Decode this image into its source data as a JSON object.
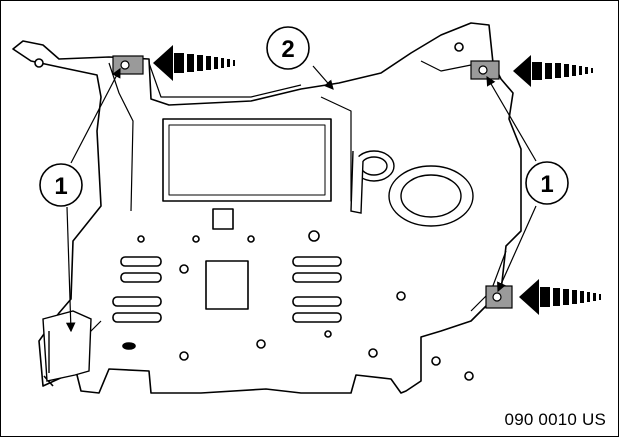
{
  "figure": {
    "code": "090 0010 US",
    "colors": {
      "line": "#000000",
      "fill": "#ffffff",
      "nut": "#9a9a9a",
      "shadow": "#8c8c8c"
    }
  },
  "callouts": [
    {
      "id": "left",
      "number": "1"
    },
    {
      "id": "top",
      "number": "2"
    },
    {
      "id": "right",
      "number": "1"
    }
  ],
  "icons": [
    "arrow-left-icon",
    "clip-nut-icon",
    "speaker-opening-icon"
  ]
}
